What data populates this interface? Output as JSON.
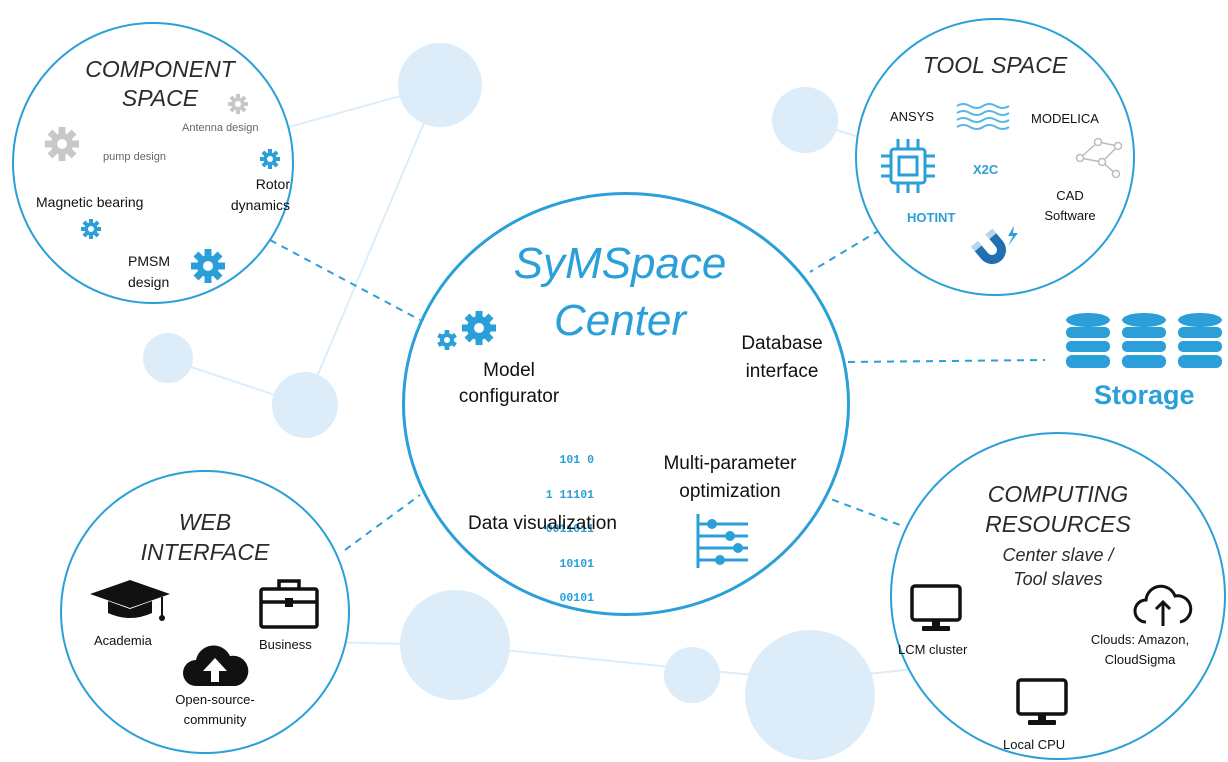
{
  "center": {
    "title_line1": "SyMSpace",
    "title_line2": "Center",
    "model_configurator_1": "Model",
    "model_configurator_2": "configurator",
    "database_1": "Database",
    "database_2": "interface",
    "binary": [
      "101 0",
      "1 11101",
      "0011011",
      "10101",
      "00101"
    ],
    "multi_1": "Multi-parameter",
    "multi_2": "optimization",
    "data_viz": "Data visualization"
  },
  "component_space": {
    "title_1": "COMPONENT",
    "title_2": "SPACE",
    "antenna": "Antenna design",
    "pump": "pump design",
    "rotor_1": "Rotor",
    "rotor_2": "dynamics",
    "magnetic": "Magnetic bearing",
    "pmsm_1": "PMSM",
    "pmsm_2": "design"
  },
  "tool_space": {
    "title": "TOOL SPACE",
    "ansys": "ANSYS",
    "modelica": "MODELICA",
    "x2c": "X2C",
    "hotint": "HOTINT",
    "cad_1": "CAD",
    "cad_2": "Software"
  },
  "storage": {
    "label": "Storage"
  },
  "web_interface": {
    "title_1": "WEB",
    "title_2": "INTERFACE",
    "academia": "Academia",
    "business": "Business",
    "oss_1": "Open-source-",
    "oss_2": "community"
  },
  "computing": {
    "title_1": "COMPUTING",
    "title_2": "RESOURCES",
    "sub_1": "Center slave /",
    "sub_2": "Tool slaves",
    "lcm": "LCM cluster",
    "clouds_1": "Clouds: Amazon,",
    "clouds_2": "CloudSigma",
    "local": "Local CPU"
  },
  "colors": {
    "accent": "#2a9fd8",
    "bubble": "#dcedf9",
    "dark": "#111111"
  }
}
